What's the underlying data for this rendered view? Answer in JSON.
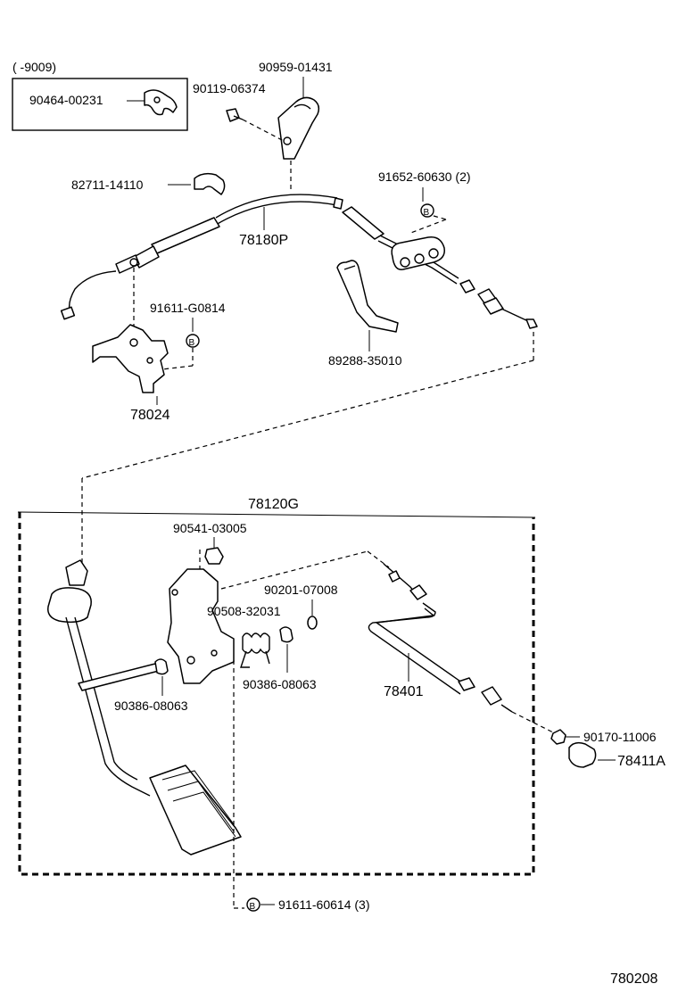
{
  "labels": {
    "date_range": "(      -9009)",
    "p_90464_00231": "90464-00231",
    "p_90959_01431": "90959-01431",
    "p_90119_06374": "90119-06374",
    "p_82711_14110": "82711-14110",
    "p_91652_60630": "91652-60630 (2)",
    "p_78180P": "78180P",
    "p_91611_G0814": "91611-G0814",
    "p_89288_35010": "89288-35010",
    "p_78024": "78024",
    "p_78120G": "78120G",
    "p_90541_03005": "90541-03005",
    "p_90201_07008": "90201-07008",
    "p_90508_32031": "90508-32031",
    "p_90386_08063_left": "90386-08063",
    "p_90386_08063_right": "90386-08063",
    "p_78401": "78401",
    "p_90170_11006": "90170-11006",
    "p_78411A": "78411A",
    "p_91611_60614": "91611-60614 (3)",
    "diagram_number": "780208"
  },
  "bolt_symbol": "B",
  "colors": {
    "ink": "#000000",
    "paper": "#ffffff"
  }
}
